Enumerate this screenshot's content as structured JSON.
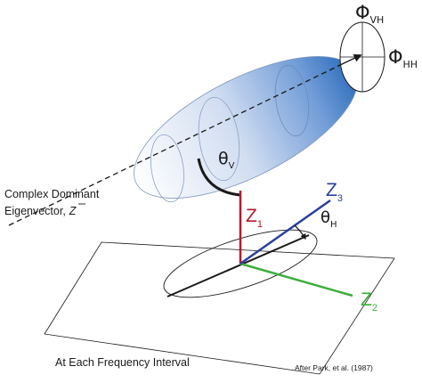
{
  "labels": {
    "phi_symbol": "Φ",
    "phi_vh_sub": "VH",
    "phi_hh_sub": "HH",
    "theta_symbol": "θ",
    "theta_v_sub": "V",
    "theta_h_sub": "H",
    "z1_main": "Z",
    "z1_sub": "1",
    "z2_main": "Z",
    "z2_sub": "2",
    "z3_main": "Z",
    "z3_sub": "3",
    "eigen_line1": "Complex Dominant",
    "eigen_line2": "Eigenvector,",
    "eigen_symbol": "Z",
    "footer": "At Each Frequency Interval",
    "credit": "After Park, et al. (1987)"
  },
  "colors": {
    "ink": "#1a1a1a",
    "z1": "#b01c2e",
    "z2": "#3cae3c",
    "z3": "#2b3f9e",
    "ellipsoid_dark": "#1f63b8",
    "ellipsoid_light": "#ffffff"
  }
}
